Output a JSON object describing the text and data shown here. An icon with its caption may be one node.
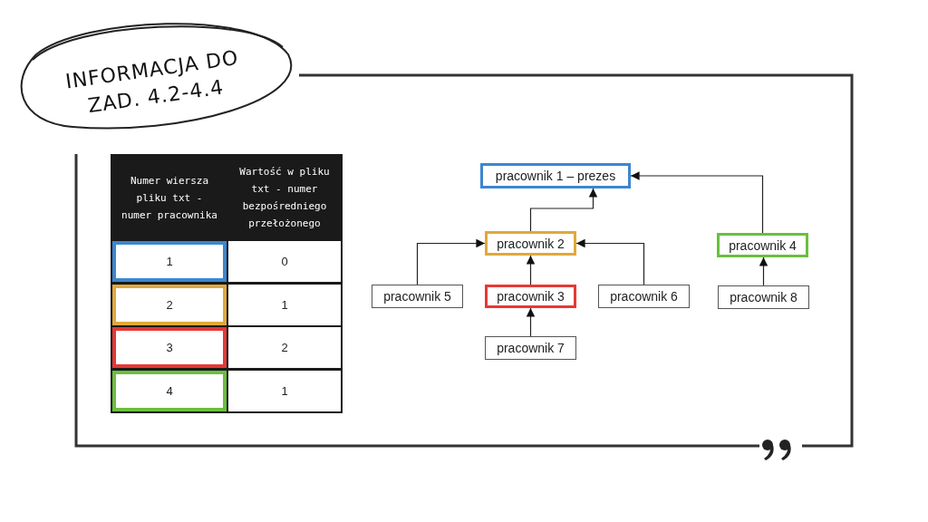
{
  "diagram": {
    "title": "INFORMACJA DO ZAD. 4.2-4.4",
    "nodes": [
      {
        "text": [
          "pracownik 1 – prezes"
        ]
      },
      {
        "text": [
          "pracownik 2"
        ]
      },
      {
        "text": [
          "pracownik 4"
        ]
      },
      {
        "text": [
          "pracownik 5"
        ]
      },
      {
        "text": [
          "pracownik 3"
        ]
      },
      {
        "text": [
          "pracownik 6"
        ]
      },
      {
        "text": [
          "pracownik 8"
        ]
      },
      {
        "text": [
          "pracownik 7"
        ]
      }
    ],
    "edges": [
      {
        "from": 1,
        "to": 0,
        "arrow": "to"
      },
      {
        "from": 2,
        "to": 0,
        "arrow": "to"
      },
      {
        "from": 3,
        "to": 1,
        "arrow": "to"
      },
      {
        "from": 4,
        "to": 1,
        "arrow": "to"
      },
      {
        "from": 5,
        "to": 1,
        "arrow": "to"
      },
      {
        "from": 6,
        "to": 2,
        "arrow": "to"
      },
      {
        "from": 7,
        "to": 4,
        "arrow": "to"
      }
    ],
    "labels": [
      "Numer wiersza pliku txt - numer pracownika",
      "Wartość w pliku txt - numer bezpośredniego przełożonego",
      "1",
      "0",
      "2",
      "1",
      "3",
      "2",
      "4",
      "1"
    ]
  }
}
